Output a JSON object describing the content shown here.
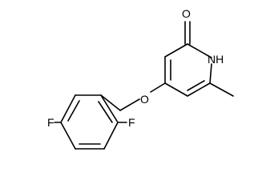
{
  "atoms": {
    "carbonyl_oxygen": "O",
    "ring_nitrogen_h": "NH",
    "ether_oxygen": "O",
    "fluorine_para": "F",
    "fluorine_ortho": "F"
  },
  "colors": {
    "bond": "#000000",
    "label": "#000000",
    "background": "#ffffff"
  }
}
